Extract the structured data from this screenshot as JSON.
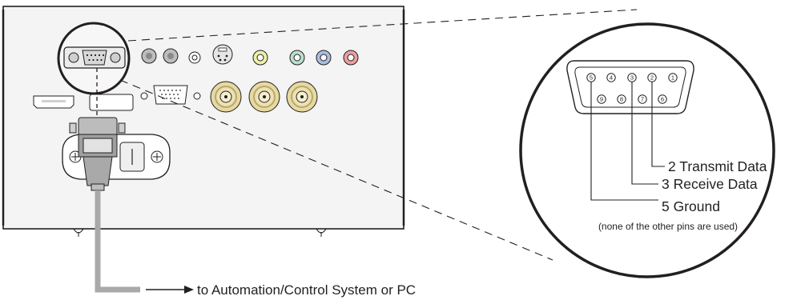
{
  "callouts": {
    "pin2": "2 Transmit Data",
    "pin3": "3 Receive Data",
    "pin5": "5 Ground",
    "note": "(none of the other pins are used)",
    "destination": "to Automation/Control System or PC"
  },
  "pins": {
    "top_row": [
      "5",
      "4",
      "3",
      "2",
      "1"
    ],
    "bottom_row": [
      "9",
      "8",
      "7",
      "6"
    ]
  },
  "colors": {
    "line": "#231f20",
    "panel": "#f4f4f4",
    "bnc": "#e9ddb0",
    "cable": "#a9a9a9",
    "rca_green": "#b9dfcf",
    "rca_blue": "#a9bde0",
    "rca_red": "#eaa0a0",
    "rca_yellow": "#eef0a8"
  }
}
